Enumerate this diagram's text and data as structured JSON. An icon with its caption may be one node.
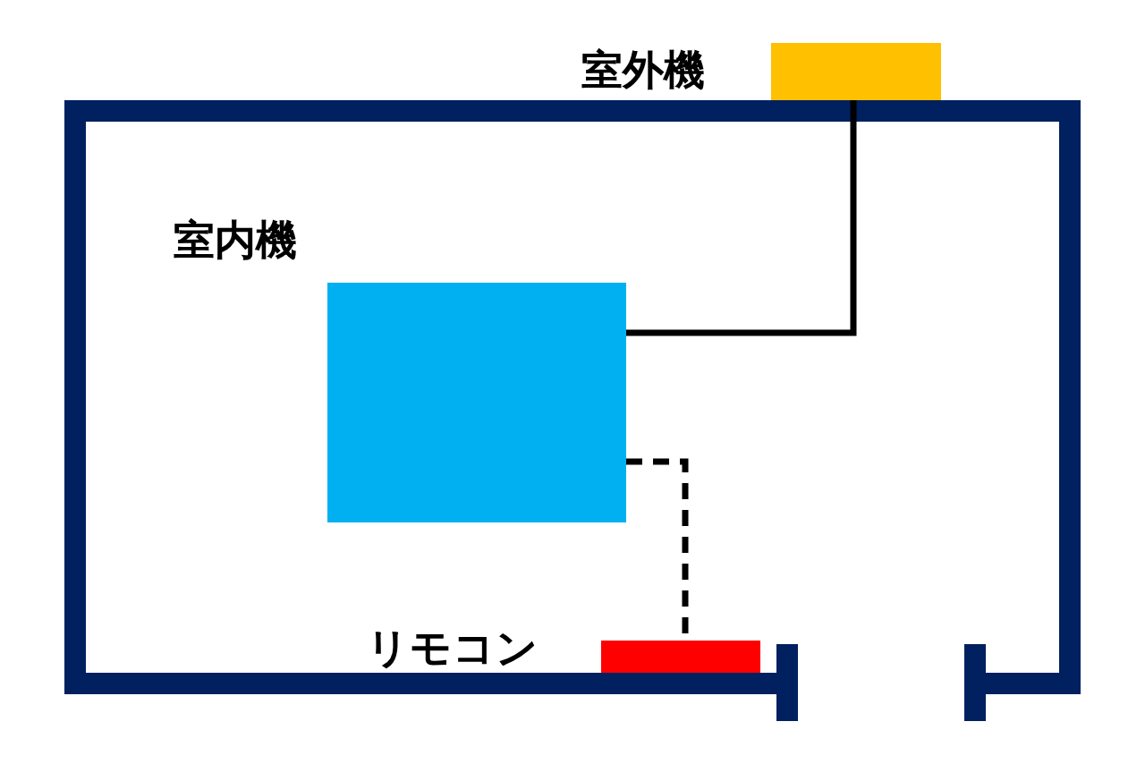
{
  "diagram": {
    "nodes": [
      {
        "text": [
          "室外機"
        ]
      },
      {
        "text": [
          "室内機"
        ]
      },
      {
        "text": [
          "リモコン"
        ]
      }
    ],
    "edges": [
      {
        "from": 1,
        "to": 0,
        "arrow": "none"
      },
      {
        "from": 1,
        "to": 2,
        "arrow": "none",
        "style": "dashed"
      }
    ]
  }
}
